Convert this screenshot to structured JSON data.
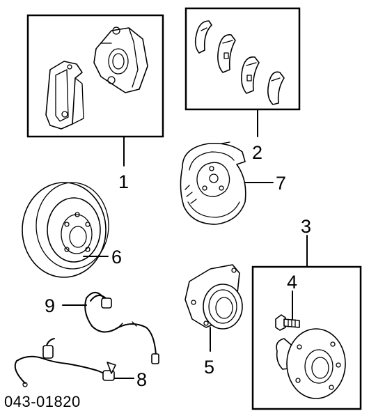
{
  "diagram": {
    "callouts": [
      "1",
      "2",
      "3",
      "4",
      "5",
      "6",
      "7",
      "8",
      "9"
    ],
    "part_number": "043-01820"
  }
}
